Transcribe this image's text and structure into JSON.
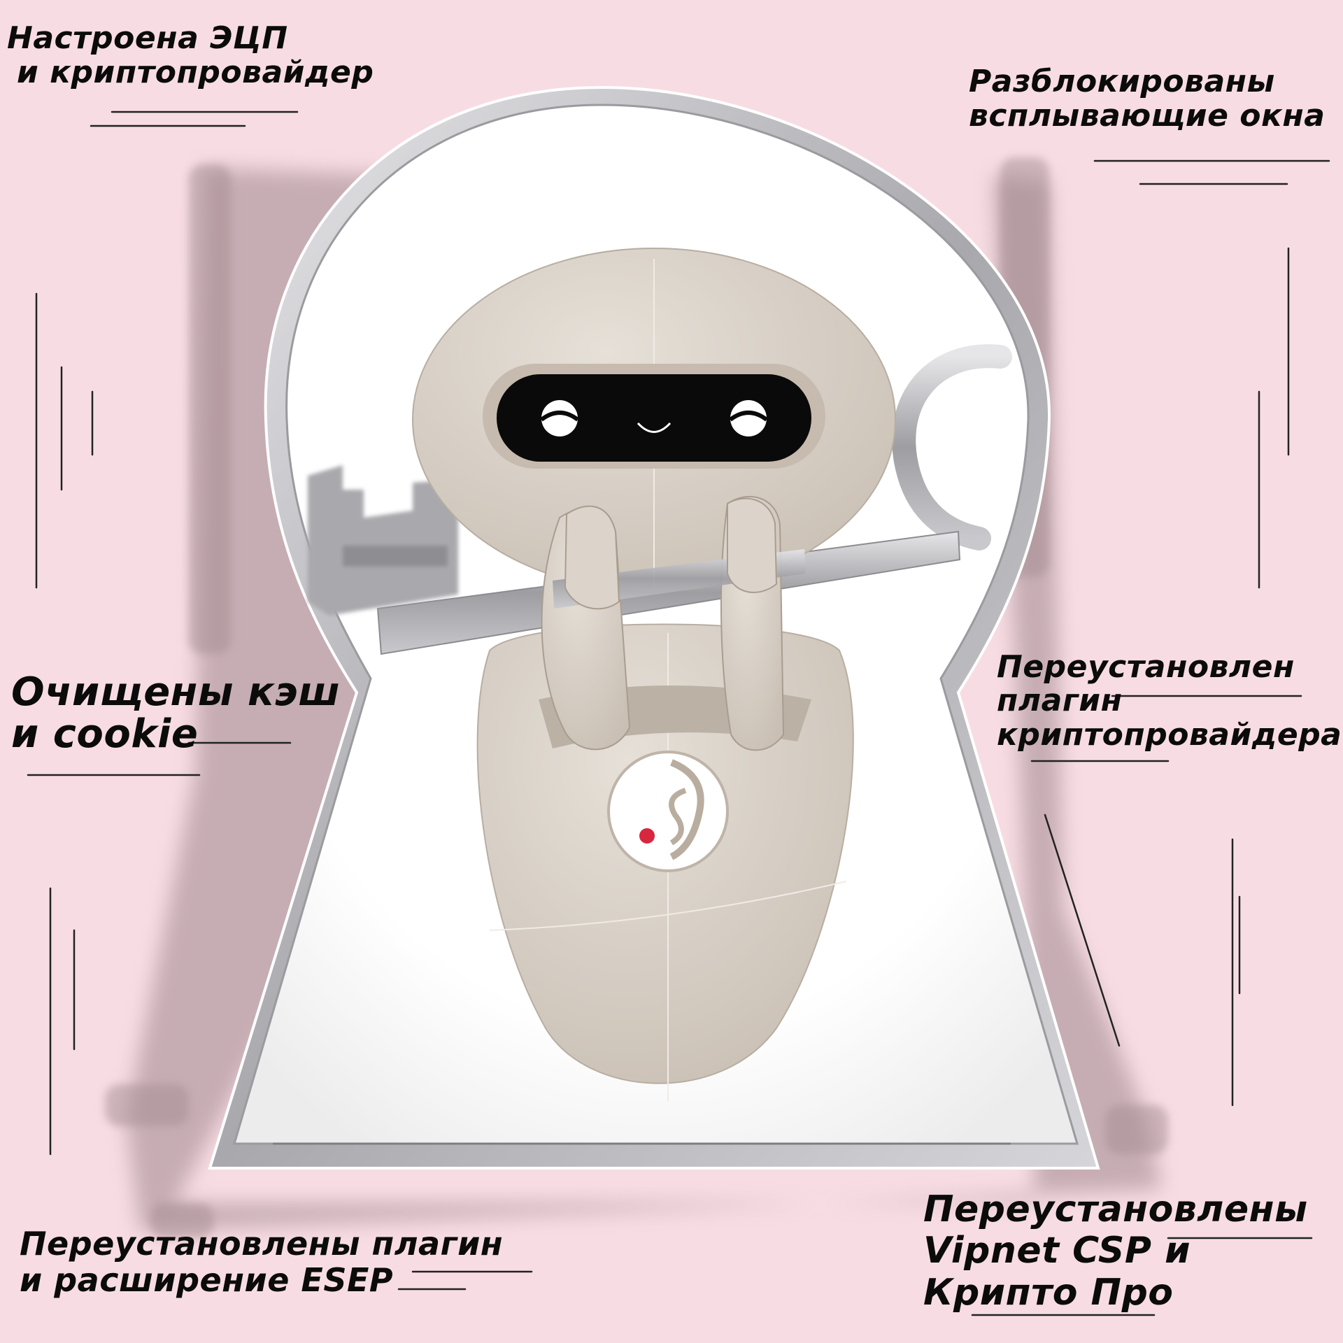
{
  "labels": {
    "top_left": [
      "Настроена ЭЦП",
      "и криптопровайдер"
    ],
    "top_right": [
      "Разблокированы",
      "всплывающие окна"
    ],
    "middle_left": [
      "Очищены кэш",
      "и cookie"
    ],
    "middle_right": [
      "Переустановлен",
      "плагин",
      "криптопровайдера"
    ],
    "bottom_left": [
      "Переустановлены плагин",
      "и расширение ESEP"
    ],
    "bottom_right": [
      "Переустановлены",
      "Vipnet CSP и",
      "Крипто Про"
    ]
  },
  "colors": {
    "background": "#f7dde3",
    "shadow": "#b9a3a8",
    "keyhole_frame": "#b9b9bc",
    "robot_body": "#d8d0c7",
    "robot_visor": "#0a0a0a",
    "logo_dot": "#d8263f"
  },
  "illustration": {
    "subject": "robot-holding-key-in-keyhole",
    "icons": [
      "keyhole-icon",
      "key-icon",
      "robot-icon",
      "logo-icon"
    ]
  }
}
